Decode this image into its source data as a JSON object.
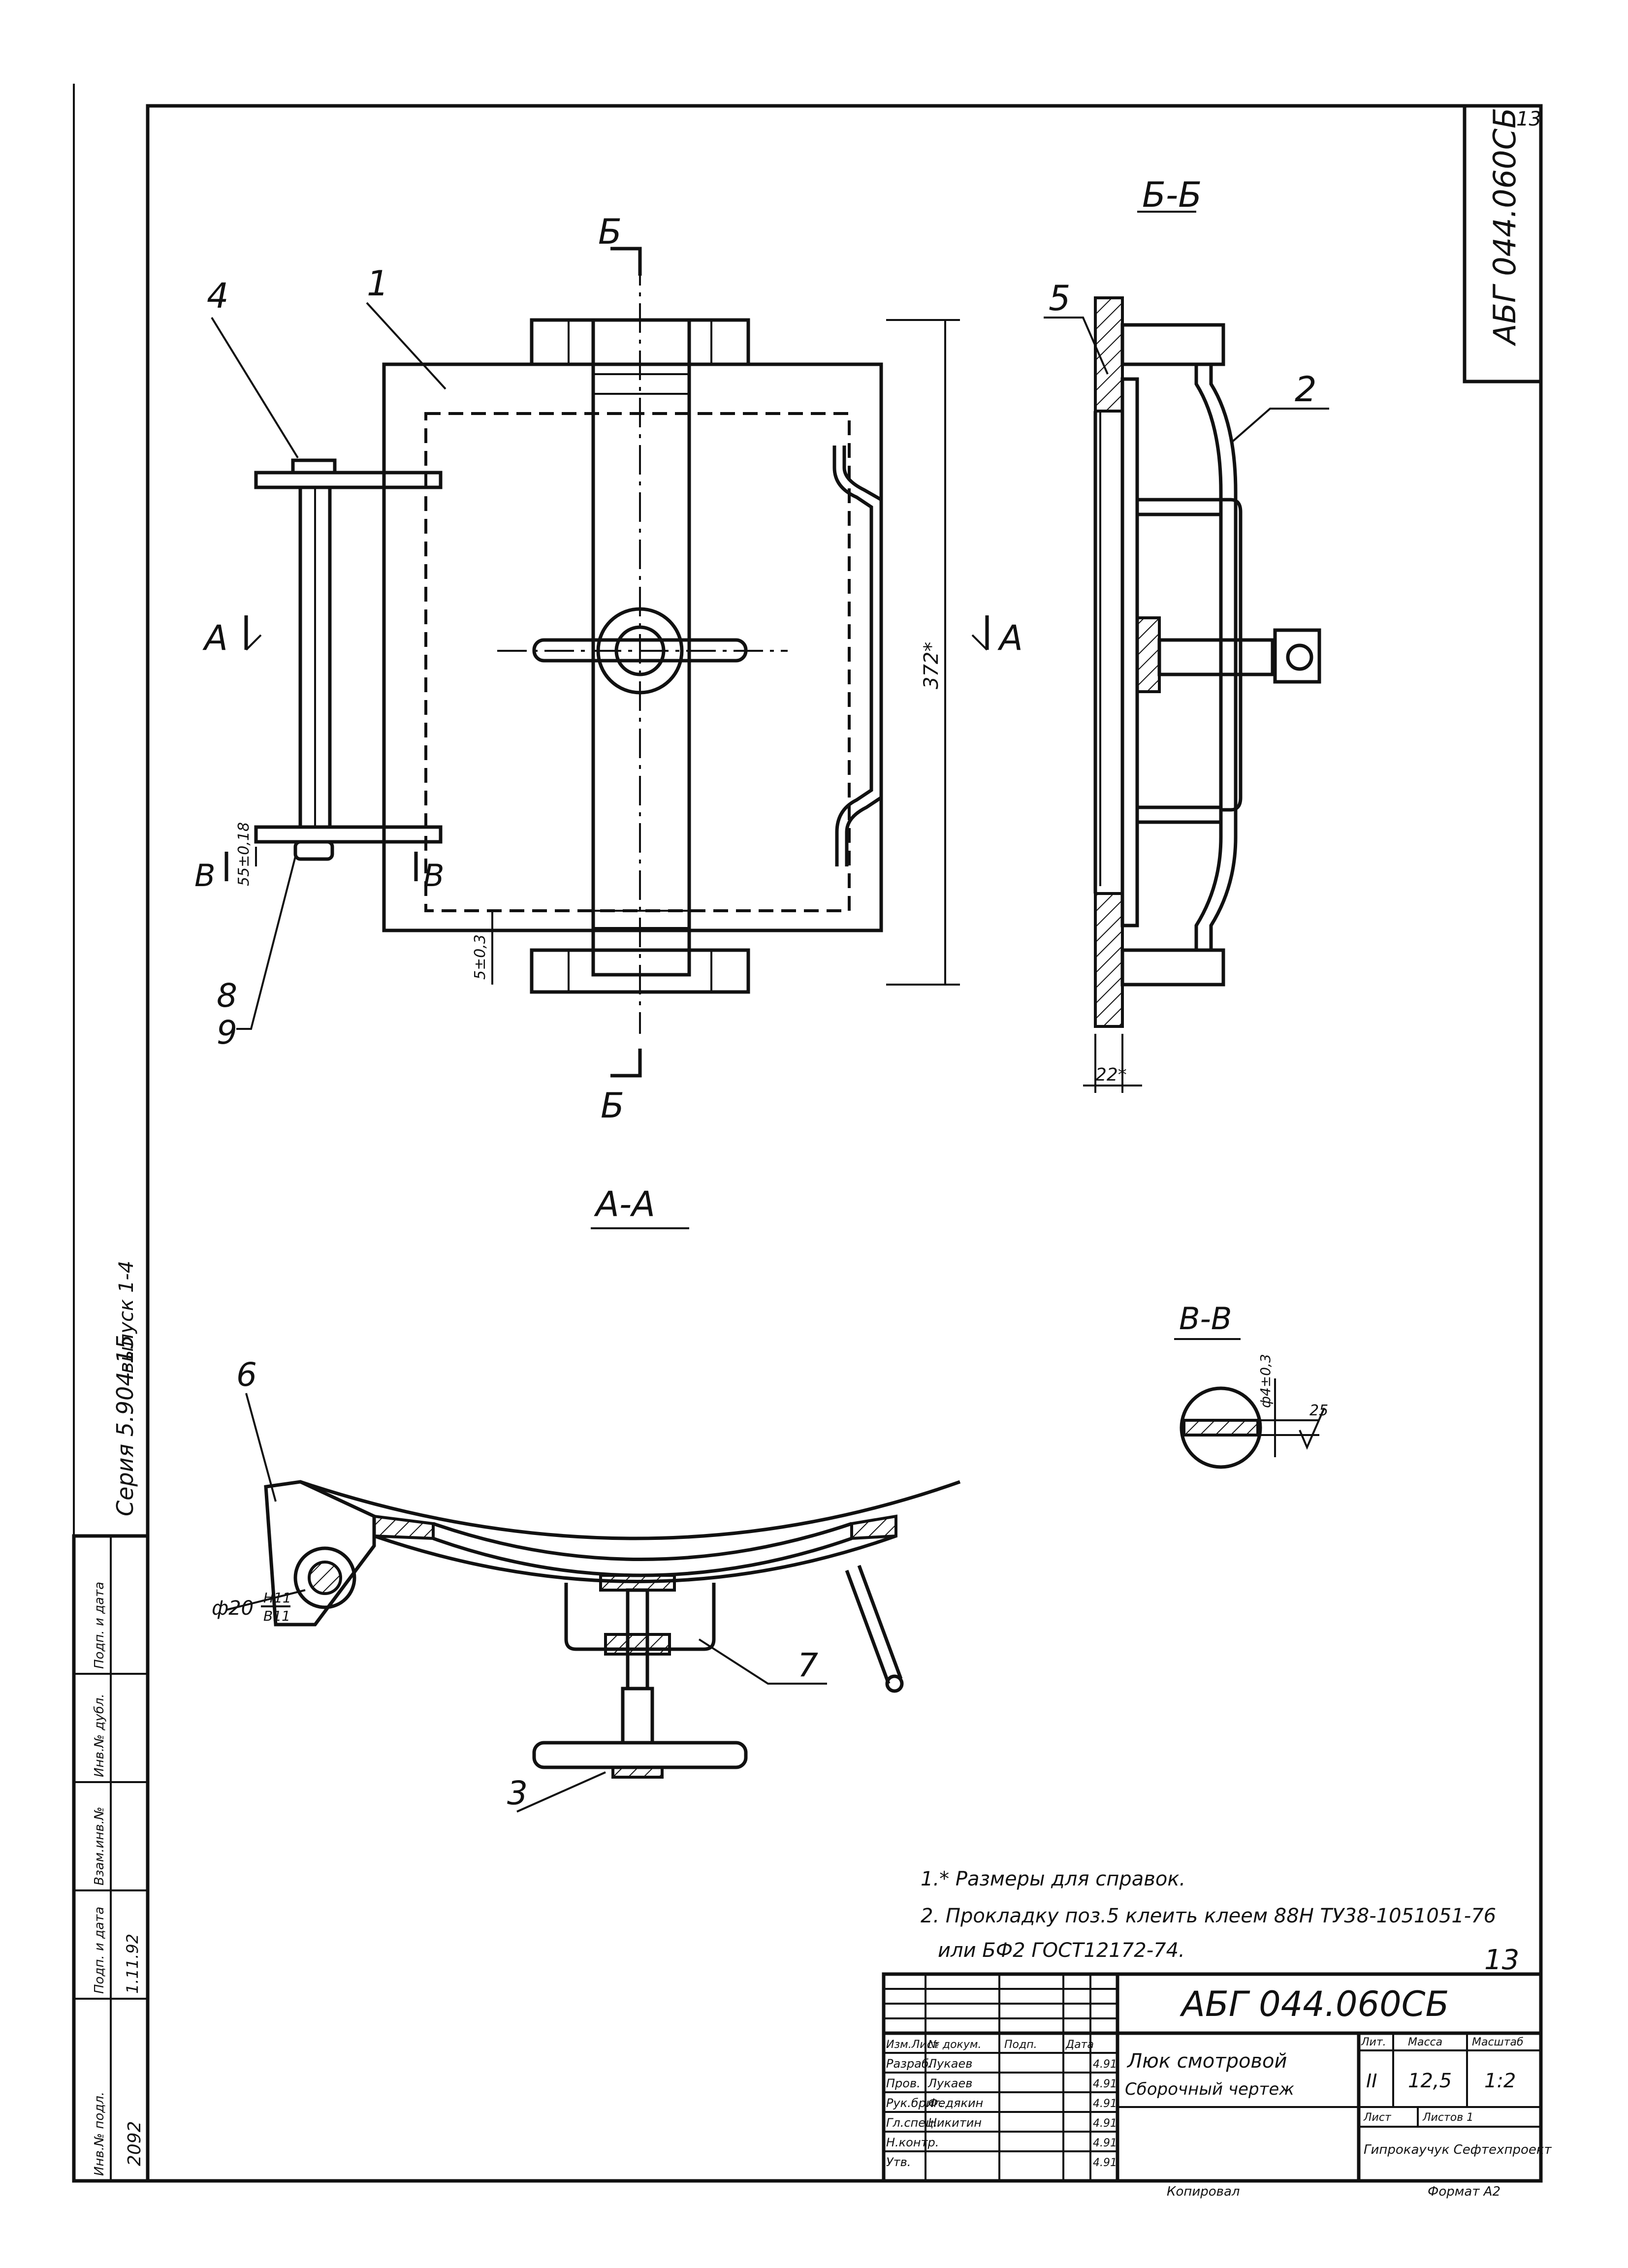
{
  "stamp_top_right": "АБГ 044.060СБ",
  "page_number_top": "13",
  "side_strip": {
    "series": "Серия 5.904-15",
    "issue": "выпуск 1-4",
    "labels": [
      "Инв.№ подл.",
      "Подп. и дата",
      "Взам.инв.№",
      "Инв.№ дубл.",
      "Подп. и дата"
    ],
    "values": [
      "2092",
      "",
      "",
      "",
      "1.11.92"
    ]
  },
  "views": {
    "section_bb": "Б-Б",
    "section_aa": "А-А",
    "section_vv": "В-В",
    "cut_b": "Б",
    "cut_a": "А",
    "cut_v": "В"
  },
  "part_numbers": {
    "p1": "1",
    "p2": "2",
    "p3": "3",
    "p4": "4",
    "p5": "5",
    "p6": "6",
    "p7": "7",
    "p8": "8",
    "p9": "9"
  },
  "dimensions": {
    "height_372": "372*",
    "d22": "22*",
    "d5_03": "5±0,3",
    "d55": "55±0,18",
    "dia20": "ф20",
    "fit_num": "H11",
    "fit_den": "B11",
    "d4": "ф4±0,3",
    "rough": "25"
  },
  "notes": [
    "1.* Размеры для справок.",
    "2. Прокладку поз.5 клеить клеем 88Н ТУ38-1051051-76",
    "или БФ2 ГОСТ12172-74."
  ],
  "page_corner_mark": "13",
  "title_block": {
    "designation": "АБГ 044.060СБ",
    "name": "Люк смотровой",
    "doc_type": "Сборочный чертеж",
    "lit": "II",
    "mass": "12,5",
    "scale": "1:2",
    "mass_label": "Масса",
    "scale_label": "Масштаб",
    "lit_label": "Лит.",
    "sheet_label": "Лист",
    "sheets_label": "Листов 1",
    "org": "Гипрокаучук Сефтехпроект",
    "copied": "Копировал",
    "format": "Формат А2",
    "rows": [
      {
        "role": "Изм.Лист",
        "name": "№ докум.",
        "sign": "Подп.",
        "date": "Дата"
      },
      {
        "role": "Разраб.",
        "name": "Лукаев",
        "sign": "",
        "date": "4.91"
      },
      {
        "role": "Пров.",
        "name": "Лукаев",
        "sign": "",
        "date": "4.91"
      },
      {
        "role": "Рук.бриг.",
        "name": "Федякин",
        "sign": "",
        "date": "4.91"
      },
      {
        "role": "Гл.спец.",
        "name": "Никитин",
        "sign": "",
        "date": "4.91"
      },
      {
        "role": "Н.контр.",
        "name": "",
        "sign": "",
        "date": "4.91"
      },
      {
        "role": "Утв.",
        "name": "",
        "sign": "",
        "date": "4.91"
      }
    ]
  }
}
